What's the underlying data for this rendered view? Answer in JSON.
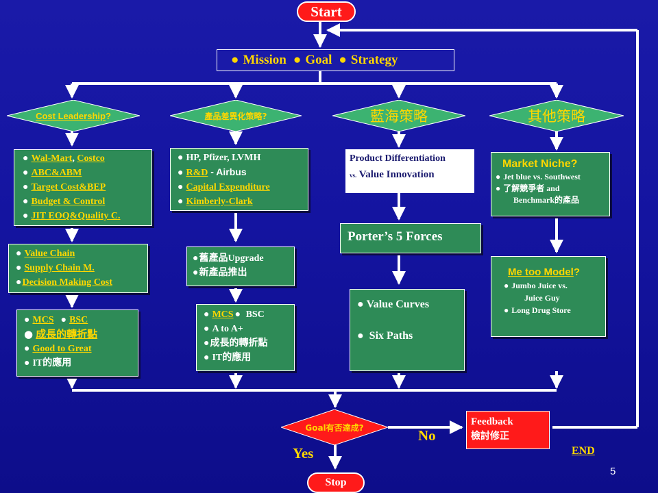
{
  "start": "Start",
  "mission": [
    "Mission",
    "Goal",
    "Strategy"
  ],
  "strategies": {
    "cost": {
      "label": "Cost Leadership",
      "suffix": "?"
    },
    "diff": "產品差異化策略?",
    "blue": "藍海策略",
    "other": "其他策略"
  },
  "col1": {
    "box1": {
      "row1": {
        "a": "Wal-Mart",
        "sep": ", ",
        "b": "Costco"
      },
      "row2": "ABC&ABM",
      "row3": {
        "a": "Target Cost",
        "b": "&BEP"
      },
      "row4": {
        "a": "Budget & Control"
      },
      "row5": {
        "a": "JIT",
        "b": " EOQ&Quality C."
      }
    },
    "box2": {
      "row1": "Value Chain",
      "row2": {
        "a": "Supply Chain",
        "b": " M."
      },
      "row3": "Decision Making Cost"
    },
    "box3": {
      "row1": {
        "a": "MCS",
        "b": "BSC"
      },
      "row2": "成長的轉折點",
      "row3": "Good to Great",
      "row4": "IT的應用"
    }
  },
  "col2": {
    "box1": {
      "row1": "HP, Pfizer, LVMH",
      "row2": {
        "a": "R&D",
        "b": " - Airbus"
      },
      "row3": "Capital Expenditure",
      "row4": "Kimberly-Clark"
    },
    "box2": {
      "row1": "舊產品Upgrade",
      "row2": "新產品推出"
    },
    "box3": {
      "row1": {
        "a": "MCS",
        "b": " BSC"
      },
      "row2": "A to A+",
      "row3": "成長的轉折點",
      "row4": "IT的應用"
    }
  },
  "col3": {
    "box1": {
      "row1": "Product Differentiation",
      "row2": {
        "a": "vs.",
        "b": " Value Innovation"
      }
    },
    "porter": "Porter’s 5 Forces",
    "box3": {
      "row1": "Value Curves",
      "row2": "Six Paths"
    }
  },
  "col4": {
    "box1": {
      "title": "Market Niche",
      "q": "?",
      "row1": "Jet blue vs. Southwest",
      "row2a": "了解競爭者 and",
      "row2b": "Benchmark的產品"
    },
    "box2": {
      "title": "Me too Model",
      "q": "?",
      "row1a": "Jumbo Juice vs.",
      "row1b": "Juice Guy",
      "row2": "Long Drug Store"
    }
  },
  "goal_check": "Goal有否達成?",
  "yes": "Yes",
  "no": "No",
  "feedback": {
    "line1": "Feedback",
    "line2": "檢討修正"
  },
  "end": "END",
  "stop": "Stop",
  "slide_number": "5",
  "colors": {
    "background": "#1414a0",
    "green": "#2e8b57",
    "red": "#ff1a1a",
    "yellow": "#ffd700",
    "teal": "#3cb371"
  }
}
